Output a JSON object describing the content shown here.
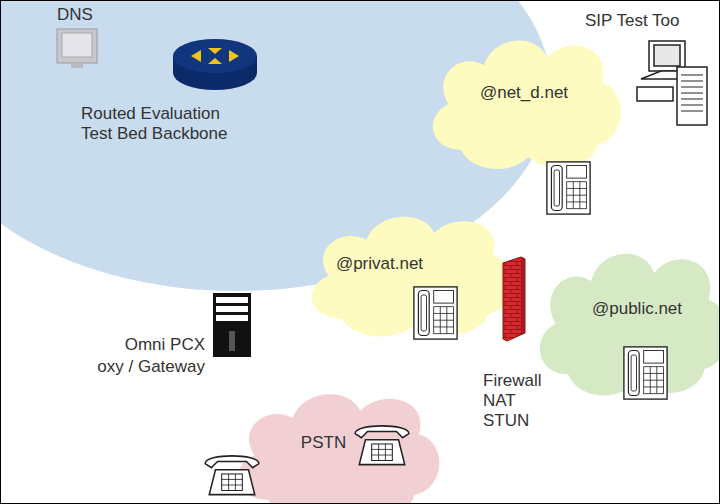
{
  "diagram": {
    "nodes": [
      {
        "text": [
          "Routed Evaluation Test Bed Backbone"
        ]
      },
      {
        "text": [
          "@net_d.net"
        ]
      },
      {
        "text": [
          "@privat.net"
        ]
      },
      {
        "text": [
          "@public.net"
        ]
      },
      {
        "text": [
          "PSTN"
        ]
      }
    ],
    "labels": [
      "DNS",
      "SIP Test Too",
      "Omni PCX",
      "oxy / Gateway",
      "Firewall NAT STUN"
    ]
  }
}
